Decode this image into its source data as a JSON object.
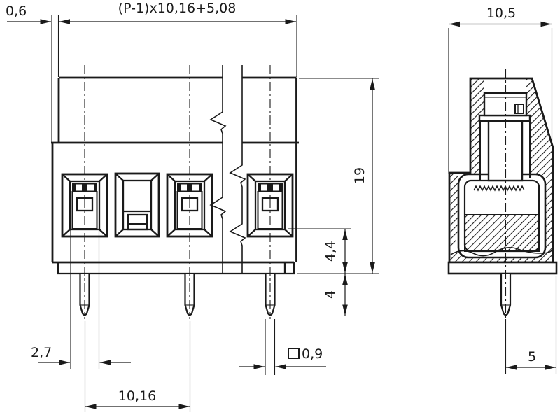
{
  "drawing": {
    "subject": "screw-terminal-block-dimension-drawing",
    "colors": {
      "line": "#1a1a1a",
      "background": "#ffffff"
    },
    "front_view": {
      "offset": "0,6",
      "pitch_formula": "(P-1)x10,16+5,08",
      "cavity_width": "2,7",
      "pin_square_prefix": "□",
      "pin_square": "0,9",
      "pitch": "10,16"
    },
    "side_view": {
      "depth": "10,5",
      "height": "19",
      "clamp_zone": "4,4",
      "pin_length": "4",
      "pin_to_edge": "5"
    }
  }
}
